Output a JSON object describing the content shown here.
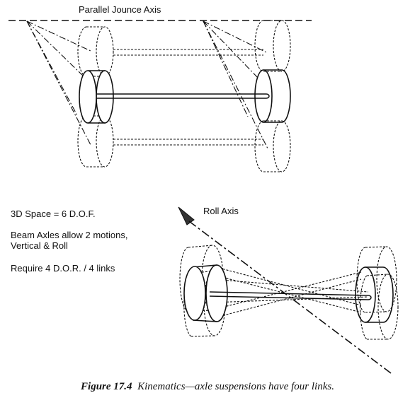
{
  "labels": {
    "parallel_jounce_axis": "Parallel Jounce Axis",
    "roll_axis": "Roll Axis",
    "space_dof": "3D Space = 6 D.O.F.",
    "beam_line1": "Beam Axles allow 2 motions,",
    "beam_line2": "Vertical & Roll",
    "require": "Require 4 D.O.R. / 4 links"
  },
  "caption": {
    "figure_number": "Figure 17.4",
    "text": "Kinematics—axle suspensions have four links."
  },
  "colors": {
    "ink": "#111111",
    "background": "#ffffff"
  }
}
